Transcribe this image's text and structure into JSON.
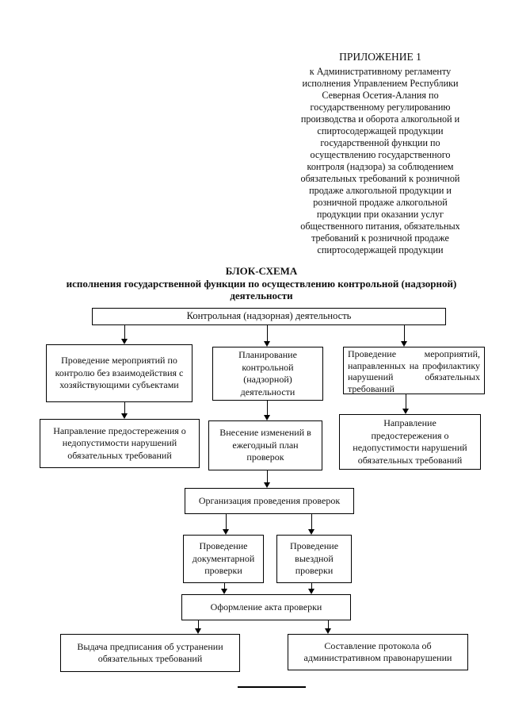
{
  "appendix": {
    "label": "ПРИЛОЖЕНИЕ 1",
    "lines": [
      "к Административному регламенту",
      "исполнения Управлением Республики",
      "Северная Осетия-Алания по",
      "государственному регулированию",
      "производства и оборота алкогольной и",
      "спиртосодержащей продукции",
      "государственной функции по",
      "осуществлению государственного",
      "контроля (надзора) за соблюдением",
      "обязательных требований к розничной",
      "продаже алкогольной продукции и",
      "розничной продаже алкогольной",
      "продукции при оказании услуг",
      "общественного питания, обязательных",
      "требований к розничной продаже",
      "спиртосодержащей продукции"
    ]
  },
  "title": {
    "heading": "БЛОК-СХЕМА",
    "subheading": [
      "исполнения государственной функции по осуществлению контрольной (надзорной)",
      "деятельности"
    ]
  },
  "flowchart": {
    "root": "Контрольная (надзорная) деятельность",
    "no_interaction": [
      "Проведение мероприятий по",
      "контролю без взаимодействия с",
      "хозяйствующими субъектами"
    ],
    "planning": [
      "Планирование",
      "контрольной",
      "(надзорной)",
      "деятельности"
    ],
    "prevention": "Проведение мероприятий, направленных на профилактику нарушений обязательных требований",
    "warning_left": [
      "Направление предостережения о",
      "недопустимости нарушений",
      "обязательных требований"
    ],
    "plan_changes": [
      "Внесение изменений в",
      "ежегодный план",
      "проверок"
    ],
    "warning_right": [
      "Направление",
      "предостережения о",
      "недопустимости нарушений",
      "обязательных требований"
    ],
    "organization": "Организация проведения проверок",
    "documentary_check": [
      "Проведение",
      "документарной",
      "проверки"
    ],
    "field_check": [
      "Проведение",
      "выездной",
      "проверки"
    ],
    "act": "Оформление акта проверки",
    "prescription": [
      "Выдача предписания об устранении",
      "обязательных требований"
    ],
    "protocol": [
      "Составление протокола об",
      "административном правонарушении"
    ]
  }
}
